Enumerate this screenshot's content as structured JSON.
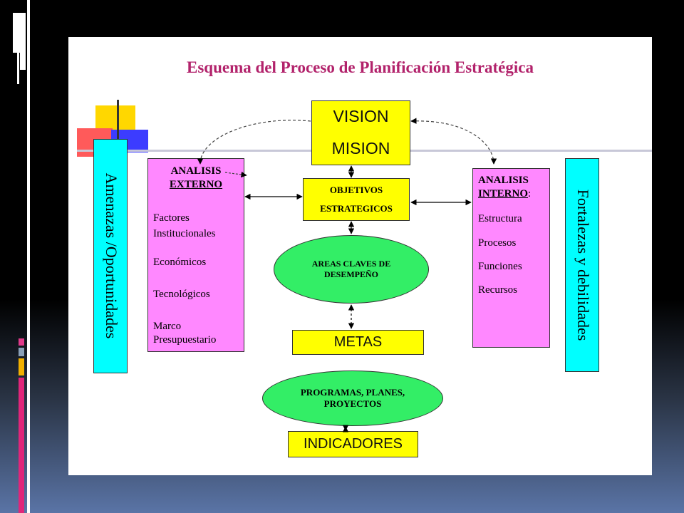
{
  "title": "Esquema  del Proceso de Planificación Estratégica",
  "vision": "VISION",
  "mision": "MISION",
  "objetivos": {
    "line1": "OBJETIVOS",
    "line2": "ESTRATEGICOS"
  },
  "areas": {
    "line1": "AREAS CLAVES DE",
    "line2": "DESEMPEÑO"
  },
  "metas": "METAS",
  "programas": {
    "line1": "PROGRAMAS, PLANES,",
    "line2": "PROYECTOS"
  },
  "indicadores": "INDICADORES",
  "externo": {
    "line1": "ANALISIS",
    "line2": "EXTERNO",
    "items": [
      "Factores",
      "Institucionales",
      "Económicos",
      "Tecnológicos",
      "Marco",
      "Presupuestario"
    ]
  },
  "interno": {
    "line1": "ANALISIS",
    "line2": "INTERNO",
    "colon": ":",
    "items": [
      "Estructura",
      "Procesos",
      "Funciones",
      "Recursos"
    ]
  },
  "amenazas": "Amenazas /Oportunidades",
  "fortalezas": "Fortalezas y debilidades",
  "colors": {
    "title": "#b2226b",
    "yellow": "#ffff00",
    "magenta": "#ff88ff",
    "cyan": "#00ffff",
    "green": "#33ee66"
  }
}
